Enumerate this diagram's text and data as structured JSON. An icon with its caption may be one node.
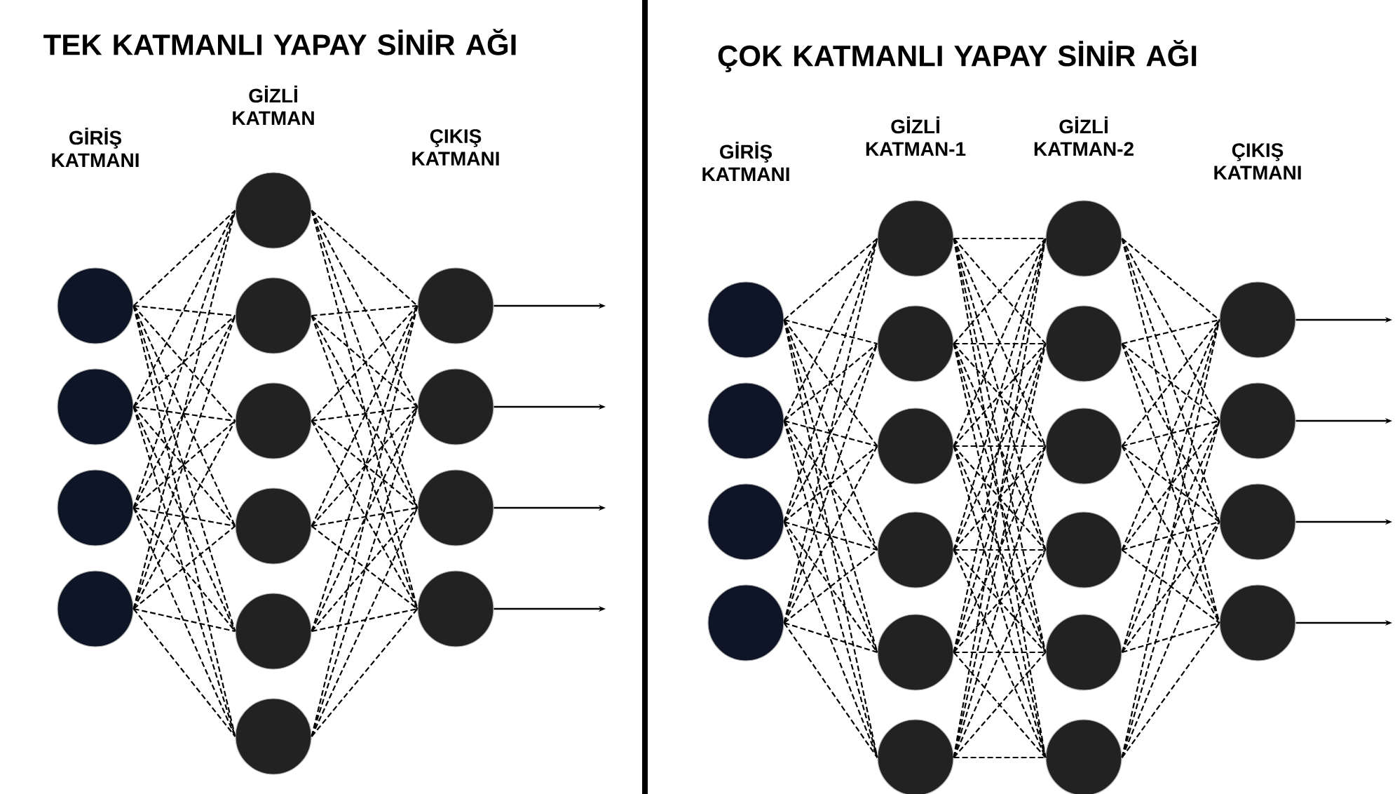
{
  "diagram": {
    "nodes": [
      {
        "text": [],
        "shape": "circle"
      },
      {
        "text": [],
        "shape": "circle"
      },
      {
        "text": [],
        "shape": "circle"
      },
      {
        "text": [],
        "shape": "circle"
      },
      {
        "text": [],
        "shape": "circle"
      },
      {
        "text": [],
        "shape": "circle"
      },
      {
        "text": [],
        "shape": "circle"
      },
      {
        "text": [],
        "shape": "circle"
      },
      {
        "text": [],
        "shape": "circle"
      },
      {
        "text": [],
        "shape": "circle"
      },
      {
        "text": [],
        "shape": "circle"
      },
      {
        "text": [],
        "shape": "circle"
      },
      {
        "text": [],
        "shape": "circle"
      },
      {
        "text": [],
        "shape": "circle"
      },
      {
        "text": [],
        "shape": "circle"
      },
      {
        "text": [],
        "shape": "circle"
      },
      {
        "text": [],
        "shape": "circle"
      },
      {
        "text": [],
        "shape": "circle"
      },
      {
        "text": [],
        "shape": "circle"
      },
      {
        "text": [],
        "shape": "circle"
      },
      {
        "text": [],
        "shape": "circle"
      },
      {
        "text": [],
        "shape": "circle"
      },
      {
        "text": [],
        "shape": "circle"
      },
      {
        "text": [],
        "shape": "circle"
      },
      {
        "text": [],
        "shape": "circle"
      },
      {
        "text": [],
        "shape": "circle"
      },
      {
        "text": [],
        "shape": "circle"
      },
      {
        "text": [],
        "shape": "circle"
      },
      {
        "text": [],
        "shape": "circle"
      },
      {
        "text": [],
        "shape": "circle"
      },
      {
        "text": [],
        "shape": "circle"
      },
      {
        "text": [],
        "shape": "circle"
      },
      {
        "text": [],
        "shape": "circle"
      },
      {
        "text": [],
        "shape": "circle"
      }
    ],
    "edges": [
      {
        "from": 0,
        "to": 4,
        "arrow": "none",
        "style": "dashed"
      },
      {
        "from": 0,
        "to": 5,
        "arrow": "none",
        "style": "dashed"
      },
      {
        "from": 0,
        "to": 6,
        "arrow": "none",
        "style": "dashed"
      },
      {
        "from": 0,
        "to": 7,
        "arrow": "none",
        "style": "dashed"
      },
      {
        "from": 0,
        "to": 8,
        "arrow": "none",
        "style": "dashed"
      },
      {
        "from": 0,
        "to": 9,
        "arrow": "none",
        "style": "dashed"
      },
      {
        "from": 1,
        "to": 4,
        "arrow": "none",
        "style": "dashed"
      },
      {
        "from": 1,
        "to": 5,
        "arrow": "none",
        "style": "dashed"
      },
      {
        "from": 1,
        "to": 6,
        "arrow": "none",
        "style": "dashed"
      },
      {
        "from": 1,
        "to": 7,
        "arrow": "none",
        "style": "dashed"
      },
      {
        "from": 1,
        "to": 8,
        "arrow": "none",
        "style": "dashed"
      },
      {
        "from": 1,
        "to": 9,
        "arrow": "none",
        "style": "dashed"
      },
      {
        "from": 2,
        "to": 4,
        "arrow": "none",
        "style": "dashed"
      },
      {
        "from": 2,
        "to": 5,
        "arrow": "none",
        "style": "dashed"
      },
      {
        "from": 2,
        "to": 6,
        "arrow": "none",
        "style": "dashed"
      },
      {
        "from": 2,
        "to": 7,
        "arrow": "none",
        "style": "dashed"
      },
      {
        "from": 2,
        "to": 8,
        "arrow": "none",
        "style": "dashed"
      },
      {
        "from": 2,
        "to": 9,
        "arrow": "none",
        "style": "dashed"
      },
      {
        "from": 3,
        "to": 4,
        "arrow": "none",
        "style": "dashed"
      },
      {
        "from": 3,
        "to": 5,
        "arrow": "none",
        "style": "dashed"
      },
      {
        "from": 3,
        "to": 6,
        "arrow": "none",
        "style": "dashed"
      },
      {
        "from": 3,
        "to": 7,
        "arrow": "none",
        "style": "dashed"
      },
      {
        "from": 3,
        "to": 8,
        "arrow": "none",
        "style": "dashed"
      },
      {
        "from": 3,
        "to": 9,
        "arrow": "none",
        "style": "dashed"
      },
      {
        "from": 4,
        "to": 10,
        "arrow": "none",
        "style": "dashed"
      },
      {
        "from": 4,
        "to": 11,
        "arrow": "none",
        "style": "dashed"
      },
      {
        "from": 4,
        "to": 12,
        "arrow": "none",
        "style": "dashed"
      },
      {
        "from": 4,
        "to": 13,
        "arrow": "none",
        "style": "dashed"
      },
      {
        "from": 5,
        "to": 10,
        "arrow": "none",
        "style": "dashed"
      },
      {
        "from": 5,
        "to": 11,
        "arrow": "none",
        "style": "dashed"
      },
      {
        "from": 5,
        "to": 12,
        "arrow": "none",
        "style": "dashed"
      },
      {
        "from": 5,
        "to": 13,
        "arrow": "none",
        "style": "dashed"
      },
      {
        "from": 6,
        "to": 10,
        "arrow": "none",
        "style": "dashed"
      },
      {
        "from": 6,
        "to": 11,
        "arrow": "none",
        "style": "dashed"
      },
      {
        "from": 6,
        "to": 12,
        "arrow": "none",
        "style": "dashed"
      },
      {
        "from": 6,
        "to": 13,
        "arrow": "none",
        "style": "dashed"
      },
      {
        "from": 7,
        "to": 10,
        "arrow": "none",
        "style": "dashed"
      },
      {
        "from": 7,
        "to": 11,
        "arrow": "none",
        "style": "dashed"
      },
      {
        "from": 7,
        "to": 12,
        "arrow": "none",
        "style": "dashed"
      },
      {
        "from": 7,
        "to": 13,
        "arrow": "none",
        "style": "dashed"
      },
      {
        "from": 8,
        "to": 10,
        "arrow": "none",
        "style": "dashed"
      },
      {
        "from": 8,
        "to": 11,
        "arrow": "none",
        "style": "dashed"
      },
      {
        "from": 8,
        "to": 12,
        "arrow": "none",
        "style": "dashed"
      },
      {
        "from": 8,
        "to": 13,
        "arrow": "none",
        "style": "dashed"
      },
      {
        "from": 9,
        "to": 10,
        "arrow": "none",
        "style": "dashed"
      },
      {
        "from": 9,
        "to": 11,
        "arrow": "none",
        "style": "dashed"
      },
      {
        "from": 9,
        "to": 12,
        "arrow": "none",
        "style": "dashed"
      },
      {
        "from": 9,
        "to": 13,
        "arrow": "none",
        "style": "dashed"
      },
      {
        "from": 10,
        "to": null,
        "arrow": "to"
      },
      {
        "from": 11,
        "to": null,
        "arrow": "to"
      },
      {
        "from": 12,
        "to": null,
        "arrow": "to"
      },
      {
        "from": 13,
        "to": null,
        "arrow": "to"
      },
      {
        "from": 14,
        "to": 18,
        "arrow": "none",
        "style": "dashed"
      },
      {
        "from": 14,
        "to": 19,
        "arrow": "none",
        "style": "dashed"
      },
      {
        "from": 14,
        "to": 20,
        "arrow": "none",
        "style": "dashed"
      },
      {
        "from": 14,
        "to": 21,
        "arrow": "none",
        "style": "dashed"
      },
      {
        "from": 14,
        "to": 22,
        "arrow": "none",
        "style": "dashed"
      },
      {
        "from": 14,
        "to": 23,
        "arrow": "none",
        "style": "dashed"
      },
      {
        "from": 15,
        "to": 18,
        "arrow": "none",
        "style": "dashed"
      },
      {
        "from": 15,
        "to": 19,
        "arrow": "none",
        "style": "dashed"
      },
      {
        "from": 15,
        "to": 20,
        "arrow": "none",
        "style": "dashed"
      },
      {
        "from": 15,
        "to": 21,
        "arrow": "none",
        "style": "dashed"
      },
      {
        "from": 15,
        "to": 22,
        "arrow": "none",
        "style": "dashed"
      },
      {
        "from": 15,
        "to": 23,
        "arrow": "none",
        "style": "dashed"
      },
      {
        "from": 16,
        "to": 18,
        "arrow": "none",
        "style": "dashed"
      },
      {
        "from": 16,
        "to": 19,
        "arrow": "none",
        "style": "dashed"
      },
      {
        "from": 16,
        "to": 20,
        "arrow": "none",
        "style": "dashed"
      },
      {
        "from": 16,
        "to": 21,
        "arrow": "none",
        "style": "dashed"
      },
      {
        "from": 16,
        "to": 22,
        "arrow": "none",
        "style": "dashed"
      },
      {
        "from": 16,
        "to": 23,
        "arrow": "none",
        "style": "dashed"
      },
      {
        "from": 17,
        "to": 18,
        "arrow": "none",
        "style": "dashed"
      },
      {
        "from": 17,
        "to": 19,
        "arrow": "none",
        "style": "dashed"
      },
      {
        "from": 17,
        "to": 20,
        "arrow": "none",
        "style": "dashed"
      },
      {
        "from": 17,
        "to": 21,
        "arrow": "none",
        "style": "dashed"
      },
      {
        "from": 17,
        "to": 22,
        "arrow": "none",
        "style": "dashed"
      },
      {
        "from": 17,
        "to": 23,
        "arrow": "none",
        "style": "dashed"
      },
      {
        "from": 18,
        "to": 24,
        "arrow": "none",
        "style": "dashed"
      },
      {
        "from": 18,
        "to": 25,
        "arrow": "none",
        "style": "dashed"
      },
      {
        "from": 18,
        "to": 26,
        "arrow": "none",
        "style": "dashed"
      },
      {
        "from": 18,
        "to": 27,
        "arrow": "none",
        "style": "dashed"
      },
      {
        "from": 18,
        "to": 28,
        "arrow": "none",
        "style": "dashed"
      },
      {
        "from": 18,
        "to": 29,
        "arrow": "none",
        "style": "dashed"
      },
      {
        "from": 19,
        "to": 24,
        "arrow": "none",
        "style": "dashed"
      },
      {
        "from": 19,
        "to": 25,
        "arrow": "none",
        "style": "dashed"
      },
      {
        "from": 19,
        "to": 26,
        "arrow": "none",
        "style": "dashed"
      },
      {
        "from": 19,
        "to": 27,
        "arrow": "none",
        "style": "dashed"
      },
      {
        "from": 19,
        "to": 28,
        "arrow": "none",
        "style": "dashed"
      },
      {
        "from": 19,
        "to": 29,
        "arrow": "none",
        "style": "dashed"
      },
      {
        "from": 20,
        "to": 24,
        "arrow": "none",
        "style": "dashed"
      },
      {
        "from": 20,
        "to": 25,
        "arrow": "none",
        "style": "dashed"
      },
      {
        "from": 20,
        "to": 26,
        "arrow": "none",
        "style": "dashed"
      },
      {
        "from": 20,
        "to": 27,
        "arrow": "none",
        "style": "dashed"
      },
      {
        "from": 20,
        "to": 28,
        "arrow": "none",
        "style": "dashed"
      },
      {
        "from": 20,
        "to": 29,
        "arrow": "none",
        "style": "dashed"
      },
      {
        "from": 21,
        "to": 24,
        "arrow": "none",
        "style": "dashed"
      },
      {
        "from": 21,
        "to": 25,
        "arrow": "none",
        "style": "dashed"
      },
      {
        "from": 21,
        "to": 26,
        "arrow": "none",
        "style": "dashed"
      },
      {
        "from": 21,
        "to": 27,
        "arrow": "none",
        "style": "dashed"
      },
      {
        "from": 21,
        "to": 28,
        "arrow": "none",
        "style": "dashed"
      },
      {
        "from": 21,
        "to": 29,
        "arrow": "none",
        "style": "dashed"
      },
      {
        "from": 22,
        "to": 24,
        "arrow": "none",
        "style": "dashed"
      },
      {
        "from": 22,
        "to": 25,
        "arrow": "none",
        "style": "dashed"
      },
      {
        "from": 22,
        "to": 26,
        "arrow": "none",
        "style": "dashed"
      },
      {
        "from": 22,
        "to": 27,
        "arrow": "none",
        "style": "dashed"
      },
      {
        "from": 22,
        "to": 28,
        "arrow": "none",
        "style": "dashed"
      },
      {
        "from": 22,
        "to": 29,
        "arrow": "none",
        "style": "dashed"
      },
      {
        "from": 23,
        "to": 24,
        "arrow": "none",
        "style": "dashed"
      },
      {
        "from": 23,
        "to": 25,
        "arrow": "none",
        "style": "dashed"
      },
      {
        "from": 23,
        "to": 26,
        "arrow": "none",
        "style": "dashed"
      },
      {
        "from": 23,
        "to": 27,
        "arrow": "none",
        "style": "dashed"
      },
      {
        "from": 23,
        "to": 28,
        "arrow": "none",
        "style": "dashed"
      },
      {
        "from": 23,
        "to": 29,
        "arrow": "none",
        "style": "dashed"
      },
      {
        "from": 24,
        "to": 30,
        "arrow": "none",
        "style": "dashed"
      },
      {
        "from": 24,
        "to": 31,
        "arrow": "none",
        "style": "dashed"
      },
      {
        "from": 24,
        "to": 32,
        "arrow": "none",
        "style": "dashed"
      },
      {
        "from": 24,
        "to": 33,
        "arrow": "none",
        "style": "dashed"
      },
      {
        "from": 25,
        "to": 30,
        "arrow": "none",
        "style": "dashed"
      },
      {
        "from": 25,
        "to": 31,
        "arrow": "none",
        "style": "dashed"
      },
      {
        "from": 25,
        "to": 32,
        "arrow": "none",
        "style": "dashed"
      },
      {
        "from": 25,
        "to": 33,
        "arrow": "none",
        "style": "dashed"
      },
      {
        "from": 26,
        "to": 30,
        "arrow": "none",
        "style": "dashed"
      },
      {
        "from": 26,
        "to": 31,
        "arrow": "none",
        "style": "dashed"
      },
      {
        "from": 26,
        "to": 32,
        "arrow": "none",
        "style": "dashed"
      },
      {
        "from": 26,
        "to": 33,
        "arrow": "none",
        "style": "dashed"
      },
      {
        "from": 27,
        "to": 30,
        "arrow": "none",
        "style": "dashed"
      },
      {
        "from": 27,
        "to": 31,
        "arrow": "none",
        "style": "dashed"
      },
      {
        "from": 27,
        "to": 32,
        "arrow": "none",
        "style": "dashed"
      },
      {
        "from": 27,
        "to": 33,
        "arrow": "none",
        "style": "dashed"
      },
      {
        "from": 28,
        "to": 30,
        "arrow": "none",
        "style": "dashed"
      },
      {
        "from": 28,
        "to": 31,
        "arrow": "none",
        "style": "dashed"
      },
      {
        "from": 28,
        "to": 32,
        "arrow": "none",
        "style": "dashed"
      },
      {
        "from": 28,
        "to": 33,
        "arrow": "none",
        "style": "dashed"
      },
      {
        "from": 29,
        "to": 30,
        "arrow": "none",
        "style": "dashed"
      },
      {
        "from": 29,
        "to": 31,
        "arrow": "none",
        "style": "dashed"
      },
      {
        "from": 29,
        "to": 32,
        "arrow": "none",
        "style": "dashed"
      },
      {
        "from": 29,
        "to": 33,
        "arrow": "none",
        "style": "dashed"
      },
      {
        "from": 30,
        "to": null,
        "arrow": "to"
      },
      {
        "from": 31,
        "to": null,
        "arrow": "to"
      },
      {
        "from": 32,
        "to": null,
        "arrow": "to"
      },
      {
        "from": 33,
        "to": null,
        "arrow": "to"
      }
    ],
    "labels": [
      "TEK KATMANLI YAPAY SİNİR AĞI",
      "ÇOK KATMANLI YAPAY SİNİR AĞI",
      "GİRİŞ KATMANI",
      "GİZLİ KATMAN",
      "ÇIKIŞ KATMANI",
      "GİRİŞ KATMANI",
      "GİZLİ KATMAN-1",
      "GİZLİ KATMAN-2",
      "ÇIKIŞ KATMANI"
    ]
  }
}
